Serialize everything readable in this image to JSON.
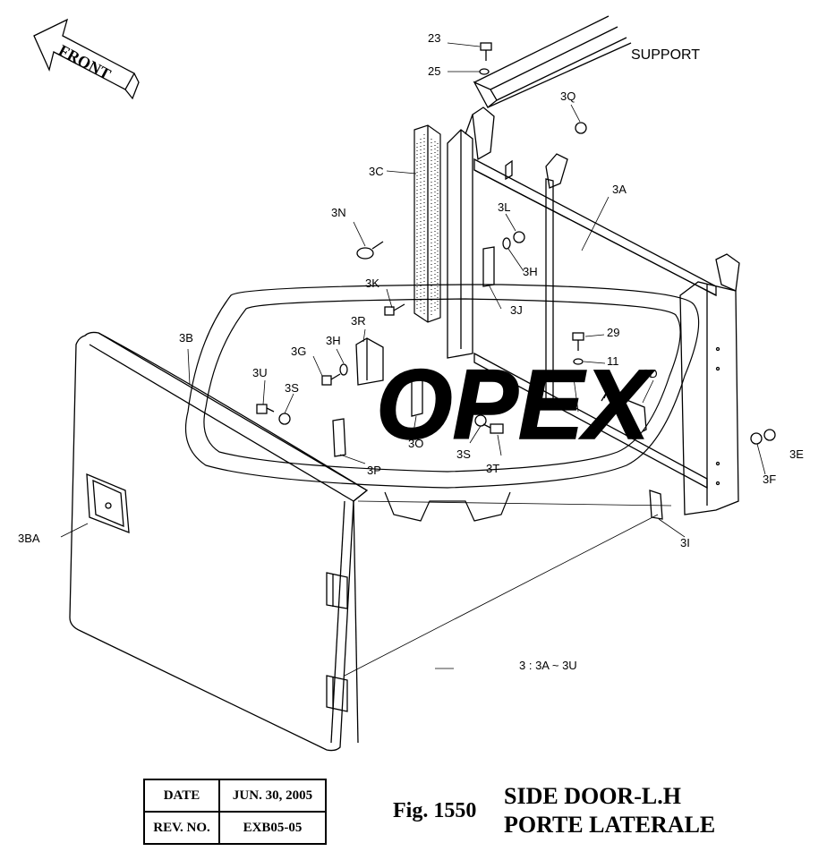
{
  "front_arrow": {
    "label": "FRONT"
  },
  "support_label": "SUPPORT",
  "range_note": "3 : 3A ~ 3U",
  "watermark": "OPEX",
  "callouts": {
    "c23": "23",
    "c25": "25",
    "c3q": "3Q",
    "c3a": "3A",
    "c3c": "3C",
    "c3n": "3N",
    "c3l": "3L",
    "c3h_top": "3H",
    "c3k": "3K",
    "c3j": "3J",
    "c3r": "3R",
    "c3b": "3B",
    "c3g": "3G",
    "c3h": "3H",
    "c3u": "3U",
    "c3s": "3S",
    "c3o": "3O",
    "c3p": "3P",
    "c3s2": "3S",
    "c3t": "3T",
    "c29": "29",
    "c11": "11",
    "c3d": "3D",
    "c3e": "3E",
    "c3f": "3F",
    "c3i": "3I",
    "c3ba": "3BA"
  },
  "info_table": {
    "date_label": "DATE",
    "date_value": "JUN. 30, 2005",
    "rev_label": "REV. NO.",
    "rev_value": "EXB05-05"
  },
  "figure": {
    "number": "Fig. 1550",
    "title_line1": "SIDE DOOR-L.H",
    "title_line2": "PORTE LATERALE"
  }
}
